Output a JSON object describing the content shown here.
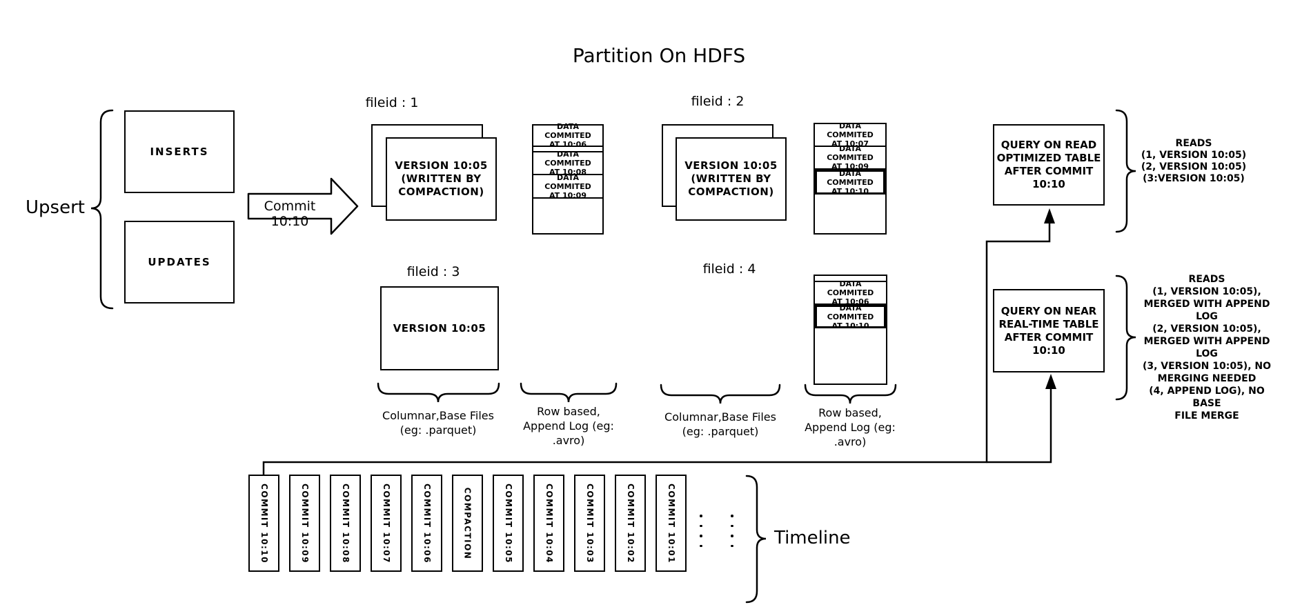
{
  "title": "Partition On HDFS",
  "upsert": {
    "label": "Upsert",
    "inserts_label": "INSERTS",
    "updates_label": "UPDATES"
  },
  "commit_arrow_label": "Commit 10:10",
  "file_groups": {
    "fileid1": {
      "label": "fileid : 1",
      "base_file_lines": [
        "VERSION 10:05",
        "(WRITTEN BY",
        "COMPACTION)"
      ],
      "log_cells": [
        [
          "DATA COMMITED",
          "AT 10:06"
        ],
        [
          "DATA COMMITED",
          "AT 10:08"
        ],
        [
          "DATA COMMITED",
          "AT 10:09"
        ]
      ]
    },
    "fileid2": {
      "label": "fileid : 2",
      "base_file_lines": [
        "VERSION 10:05",
        "(WRITTEN BY",
        "COMPACTION)"
      ],
      "log_cells": [
        [
          "DATA COMMITED",
          "AT 10:07"
        ],
        [
          "DATA COMMITED",
          "AT 10:09"
        ],
        [
          "DATA COMMITED",
          "AT 10:10"
        ]
      ]
    },
    "fileid3": {
      "label": "fileid : 3",
      "base_file_lines": [
        "VERSION 10:05"
      ]
    },
    "fileid4": {
      "label": "fileid : 4",
      "log_cells": [
        [
          "DATA COMMITED",
          "AT 10:06"
        ],
        [
          "DATA COMMITED",
          "AT 10:10"
        ]
      ]
    }
  },
  "legends": {
    "columnar": [
      "Columnar,Base Files",
      "(eg: .parquet)"
    ],
    "row_based": [
      "Row based,",
      "Append Log (eg:",
      ".avro)"
    ]
  },
  "queries": {
    "read_optimized": {
      "box_lines": [
        "QUERY ON READ",
        "OPTIMIZED TABLE",
        "AFTER COMMIT",
        "10:10"
      ],
      "reads_lines": [
        "READS",
        "(1, VERSION 10:05)",
        "(2, VERSION 10:05)",
        "(3:VERSION 10:05)"
      ]
    },
    "near_real_time": {
      "box_lines": [
        "QUERY ON NEAR",
        "REAL-TIME TABLE",
        "AFTER COMMIT",
        "10:10"
      ],
      "reads_lines": [
        "READS",
        "(1, VERSION 10:05),",
        "MERGED WITH APPEND LOG",
        "(2, VERSION 10:05),",
        "MERGED WITH APPEND LOG",
        "(3, VERSION 10:05), NO",
        "MERGING NEEDED",
        "(4, APPEND LOG), NO BASE",
        "FILE MERGE"
      ]
    }
  },
  "timeline": {
    "label": "Timeline",
    "items": [
      "COMMIT 10:10",
      "COMMIT 10:09",
      "COMMIT 10:08",
      "COMMIT 10:07",
      "COMMIT 10:06",
      "COMPACTION",
      "COMMIT 10:05",
      "COMMIT 10:04",
      "COMMIT 10:03",
      "COMMIT 10:02",
      "COMMIT 10:01"
    ]
  },
  "colors": {
    "ink": "#000000",
    "background": "#ffffff"
  }
}
